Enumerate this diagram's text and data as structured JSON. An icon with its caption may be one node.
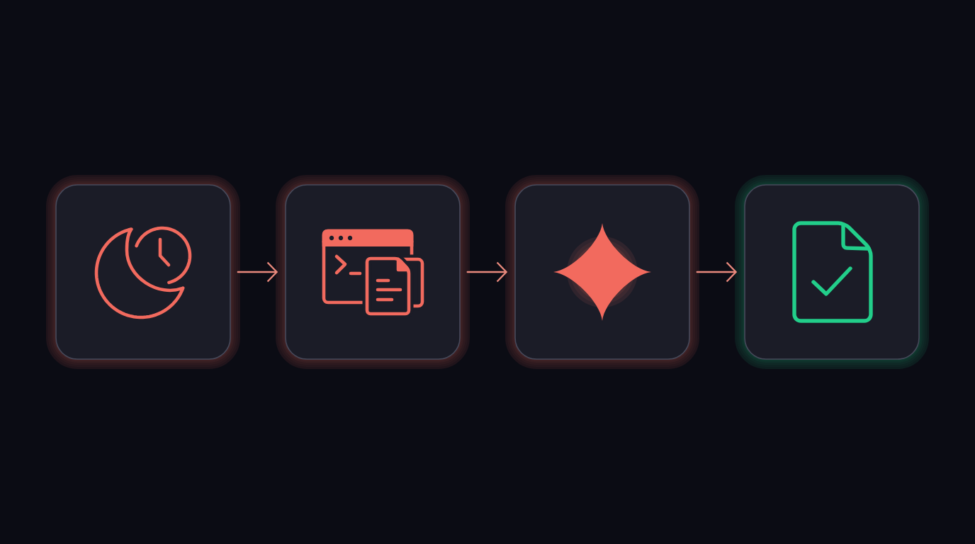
{
  "diagram": {
    "nodes": [
      {
        "text": [],
        "shape": "box"
      },
      {
        "text": [],
        "shape": "box"
      },
      {
        "text": [],
        "shape": "box"
      },
      {
        "text": [],
        "shape": "box"
      }
    ],
    "edges": [
      {
        "from": 0,
        "to": 1,
        "arrow": "to"
      },
      {
        "from": 1,
        "to": 2,
        "arrow": "to"
      },
      {
        "from": 2,
        "to": 3,
        "arrow": "to"
      }
    ]
  }
}
